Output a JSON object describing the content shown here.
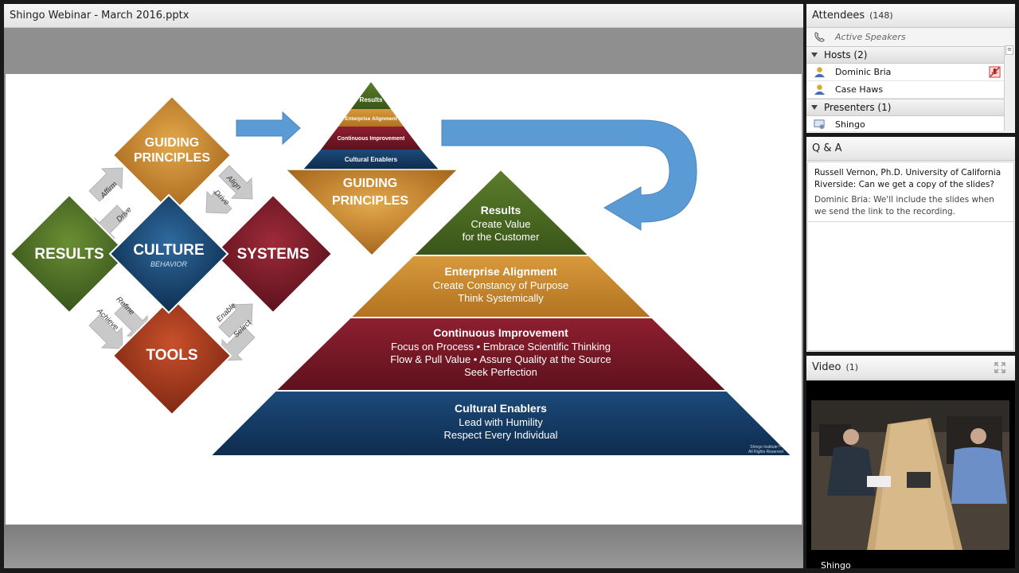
{
  "share": {
    "title": "Shingo Webinar - March 2016.pptx",
    "diamond": {
      "guiding": [
        "GUIDING",
        "PRINCIPLES"
      ],
      "results": "RESULTS",
      "culture": "CULTURE",
      "culture_sub": "BEHAVIOR",
      "systems": "SYSTEMS",
      "tools": "TOOLS",
      "arrows": {
        "affirm": "Affirm",
        "drive1": "Drive",
        "align": "Align",
        "drive2": "Drive",
        "refine": "Refine",
        "achieve": "Achieve",
        "enable": "Enable",
        "select": "Select"
      }
    },
    "small_pyramid": {
      "results": "Results",
      "alignment": "Enterprise Alignment",
      "improvement": "Continuous Improvement",
      "enablers": "Cultural Enablers",
      "guiding": [
        "GUIDING",
        "PRINCIPLES"
      ]
    },
    "big_pyramid": {
      "results_title": "Results",
      "results_lines": [
        "Create Value",
        "for the Customer"
      ],
      "alignment_title": "Enterprise Alignment",
      "alignment_lines": [
        "Create Constancy of Purpose",
        "Think Systemically"
      ],
      "improvement_title": "Continuous Improvement",
      "improvement_lines": [
        "Focus on Process • Embrace Scientific Thinking",
        "Flow & Pull Value • Assure Quality at the Source",
        "Seek Perfection"
      ],
      "enablers_title": "Cultural Enablers",
      "enablers_lines": [
        "Lead with Humility",
        "Respect Every Individual"
      ],
      "copyright": [
        "Shingo Institute™",
        "All Rights Reserved"
      ]
    }
  },
  "attendees": {
    "title": "Attendees",
    "count": "(148)",
    "active_speakers": "Active Speakers",
    "hosts_label": "Hosts (2)",
    "hosts": [
      "Dominic Bria",
      "Case Haws"
    ],
    "presenters_label": "Presenters (1)",
    "presenters": [
      "Shingo"
    ]
  },
  "qa": {
    "title": "Q & A",
    "question": "Russell Vernon, Ph.D. University of California Riverside: Can we get a copy of the slides?",
    "answer": "Dominic Bria: We'll include the slides when we send the link to the recording."
  },
  "video": {
    "title": "Video",
    "count": "(1)",
    "camera_name": "Shingo"
  },
  "colors": {
    "green": "#4a6b22",
    "orange": "#c8861f",
    "maroon": "#7a1626",
    "navy": "#123a66",
    "blue_arrow": "#5b9bd5"
  }
}
